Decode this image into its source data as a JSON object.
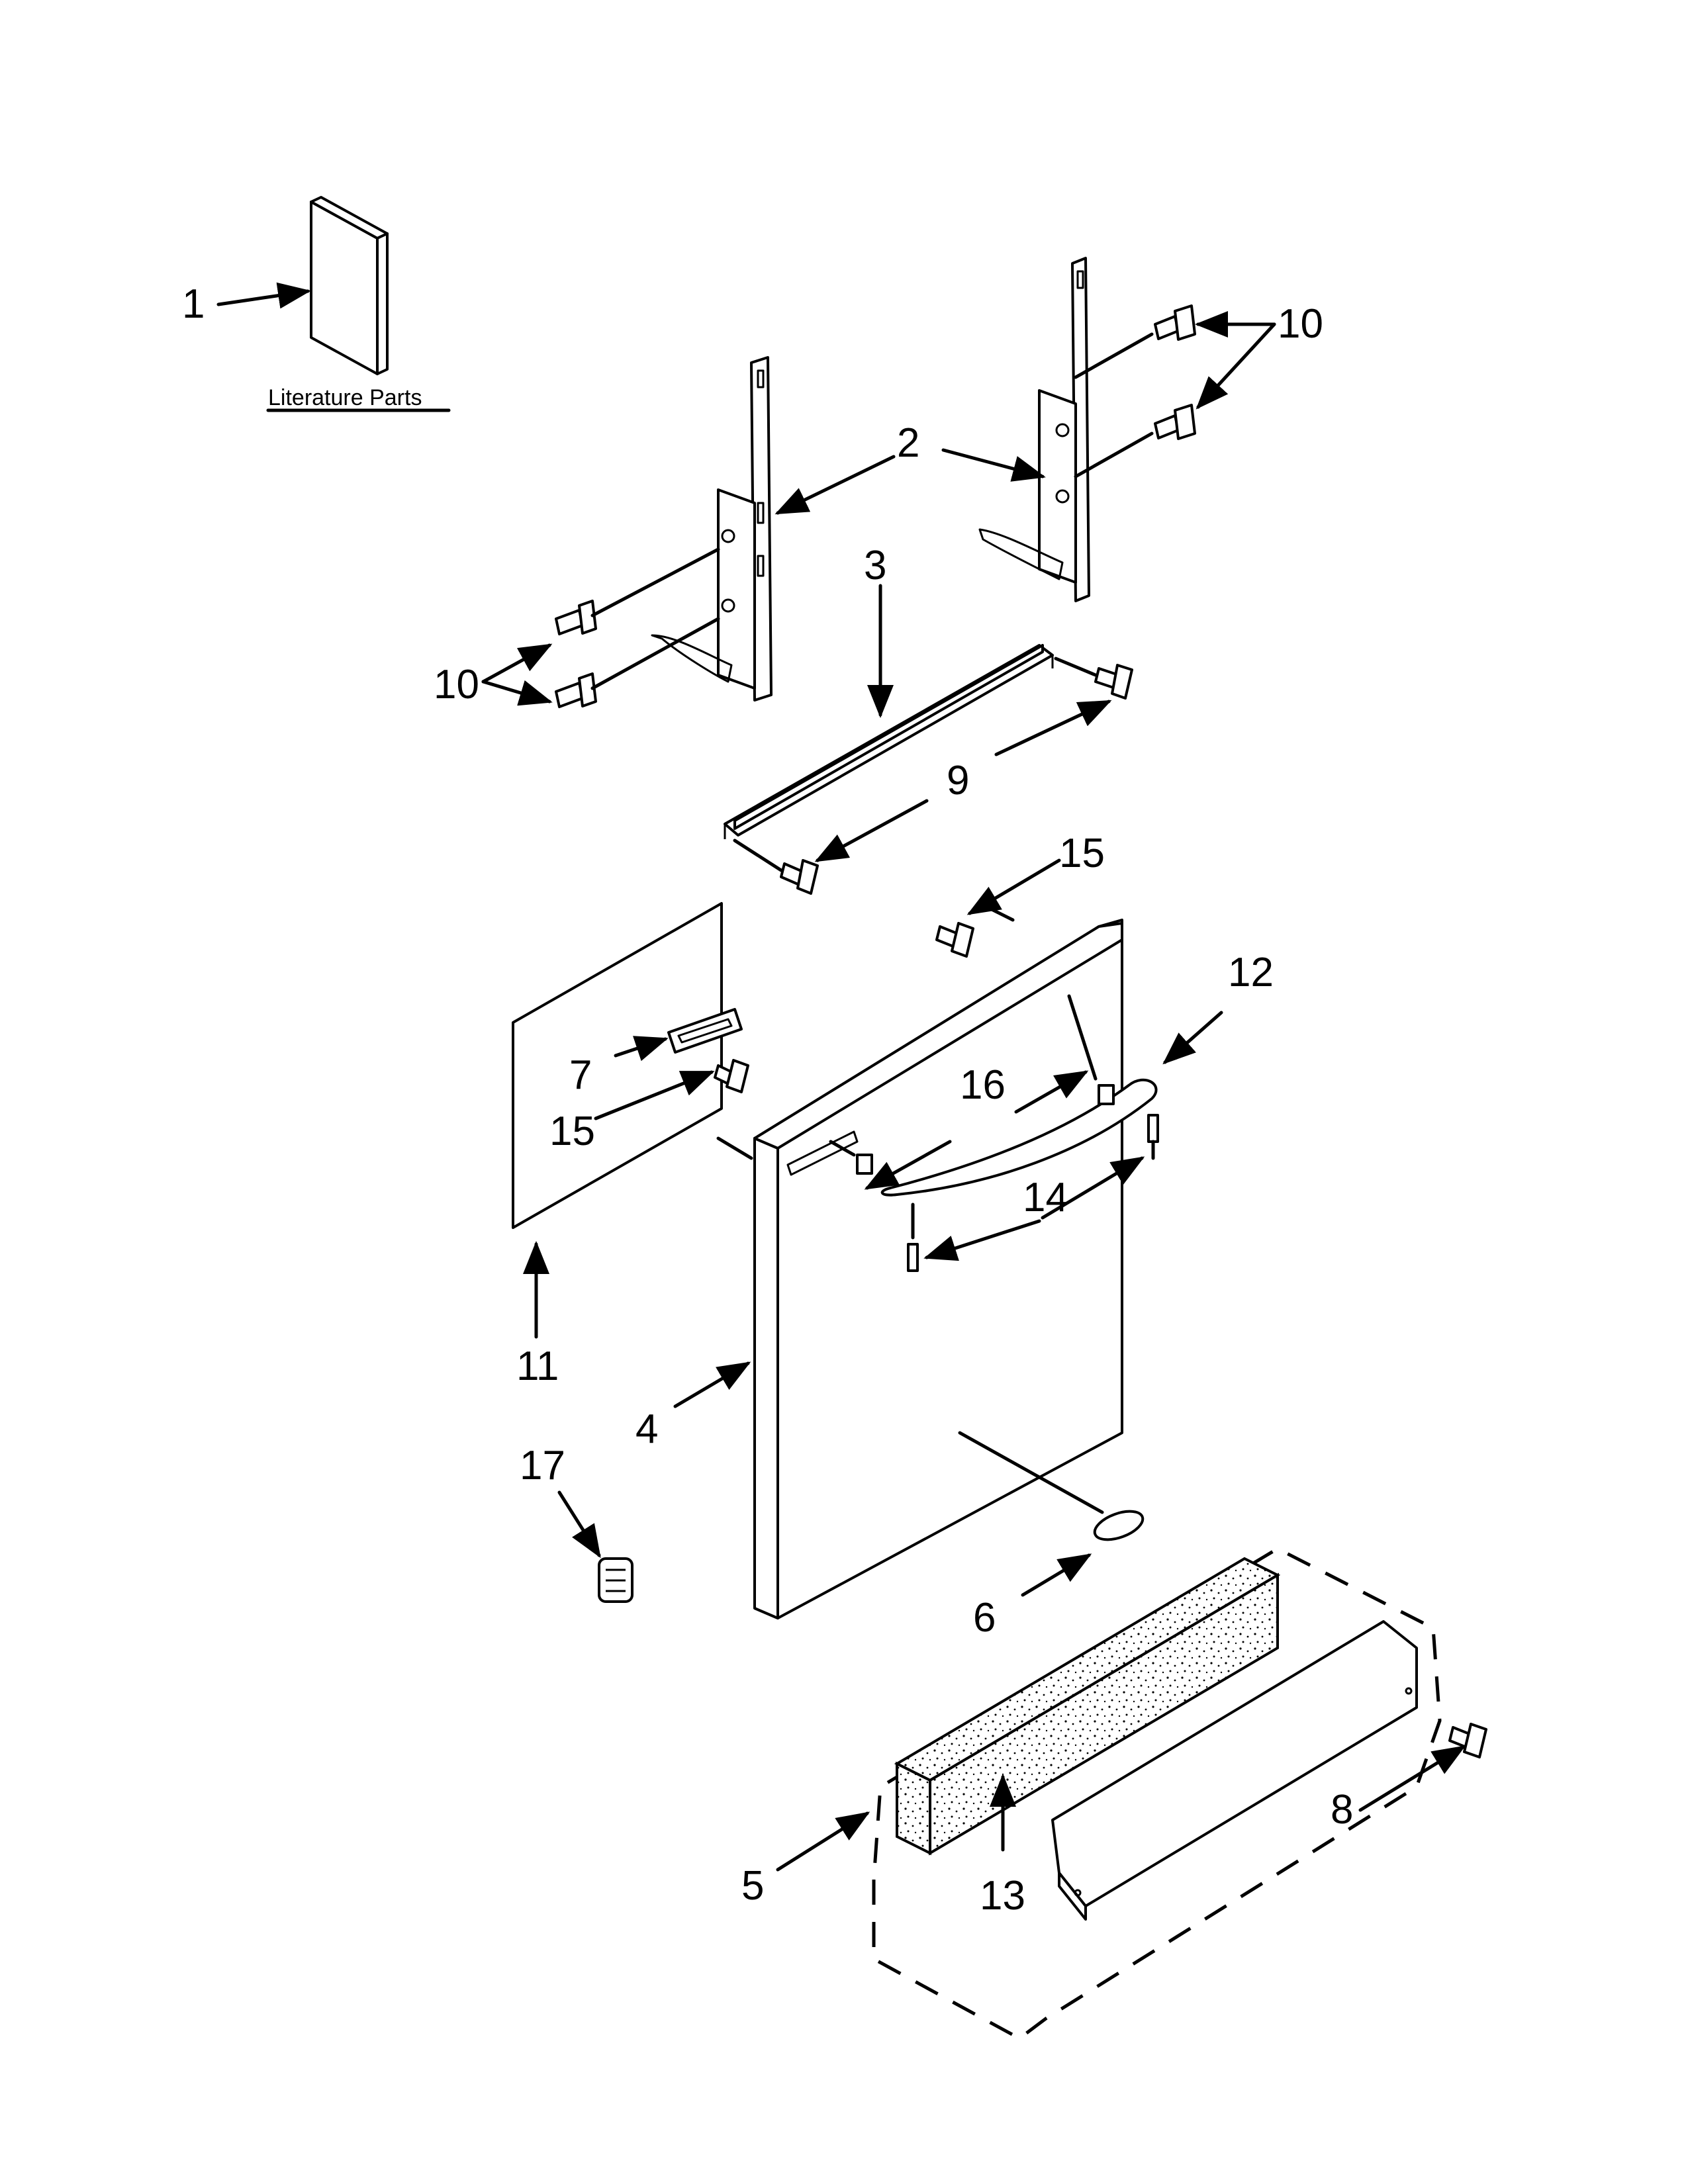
{
  "literature": {
    "label": "Literature Parts"
  },
  "callouts": {
    "c1": "1",
    "c2": "2",
    "c3": "3",
    "c4": "4",
    "c5": "5",
    "c6": "6",
    "c7": "7",
    "c8": "8",
    "c9": "9",
    "c10a": "10",
    "c10b": "10",
    "c11": "11",
    "c12": "12",
    "c13": "13",
    "c14": "14",
    "c15a": "15",
    "c15b": "15",
    "c16": "16",
    "c17": "17"
  }
}
